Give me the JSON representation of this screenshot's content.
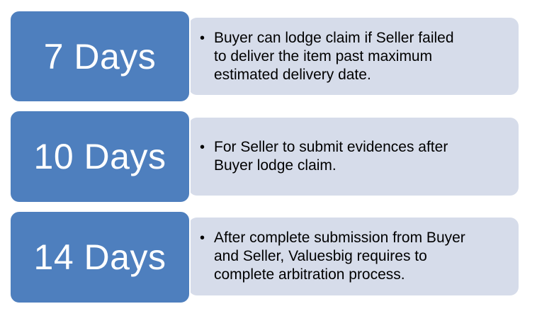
{
  "colors": {
    "day_box": "#4e7fbe",
    "desc_box": "#d6dcea",
    "day_text": "#ffffff",
    "desc_text": "#000000"
  },
  "rows": [
    {
      "period": "7 Days",
      "lines": [
        "Buyer can lodge claim if Seller failed",
        "to deliver the item past maximum",
        "estimated delivery date."
      ]
    },
    {
      "period": "10 Days",
      "lines": [
        "For Seller to submit evidences after",
        "Buyer lodge claim."
      ]
    },
    {
      "period": "14 Days",
      "lines": [
        "After complete submission from Buyer",
        "and Seller, Valuesbig requires to",
        "complete arbitration process."
      ]
    }
  ]
}
